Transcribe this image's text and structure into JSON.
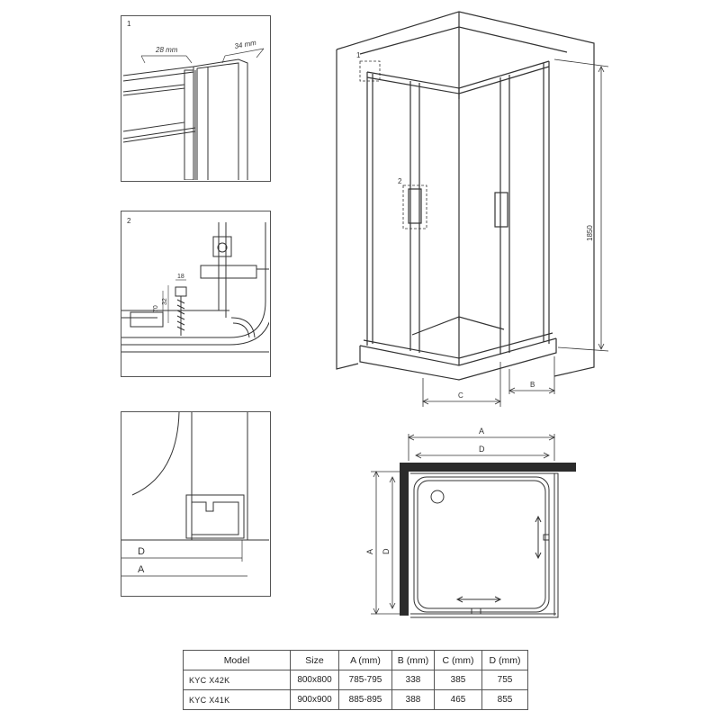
{
  "detail1": {
    "num": "1",
    "dim_width": "28 mm",
    "dim_depth": "34 mm"
  },
  "detail2": {
    "num": "2",
    "dim_a": "18",
    "dim_b": "32",
    "dim_c": "70"
  },
  "detail3": {
    "label_d": "D",
    "label_a": "A"
  },
  "main_view": {
    "callout1": "1",
    "callout2": "2",
    "height": "1850",
    "label_c": "C",
    "label_b": "B"
  },
  "plan_view": {
    "top_a": "A",
    "top_d": "D",
    "side_a": "A",
    "side_d": "D"
  },
  "table": {
    "headers": [
      "Model",
      "Size",
      "A (mm)",
      "B (mm)",
      "C (mm)",
      "D (mm)"
    ],
    "rows": [
      [
        "KYC X42K",
        "800x800",
        "785-795",
        "338",
        "385",
        "755"
      ],
      [
        "KYC X41K",
        "900x900",
        "885-895",
        "388",
        "465",
        "855"
      ]
    ]
  }
}
